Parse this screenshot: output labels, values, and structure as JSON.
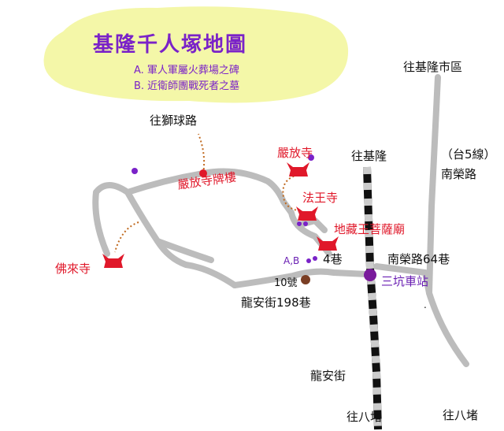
{
  "map": {
    "title": "基隆千人塚地圖",
    "legend": [
      "A. 軍人軍屬火葬場之碑",
      "B. 近衛師團戰死者之墓"
    ]
  },
  "labels": {
    "to_keelung_city": "往基隆市區",
    "tai5_line": "（台5線）",
    "nanrong_road": "南榮路",
    "to_shiqiu_road": "往獅球路",
    "to_keelung": "往基隆",
    "yanfang_temple": "嚴放寺",
    "yanfang_gate": "嚴放寺牌樓",
    "fawang_temple": "法王寺",
    "dizang_temple": "地藏王菩薩廟",
    "folai_temple": "佛來寺",
    "ab_marker": "A,B",
    "lane4": "4巷",
    "nanrong_lane64": "南榮路64巷",
    "no10": "10號",
    "sankeng_station": "三坑車站",
    "longan_198": "龍安街198巷",
    "longan_street": "龍安街",
    "to_badu_1": "往八堵",
    "to_badu_2": "往八堵",
    "dot": "."
  },
  "colors": {
    "road": "#bcbcbc",
    "rail_dark": "#111111",
    "rail_light": "#cccccc",
    "title_cloud": "#f4f7a8",
    "temple_red": "#e0182a",
    "label_purple": "#6a1fb3",
    "trail_brown": "#c0691e",
    "no10_marker": "#7a3e24"
  }
}
